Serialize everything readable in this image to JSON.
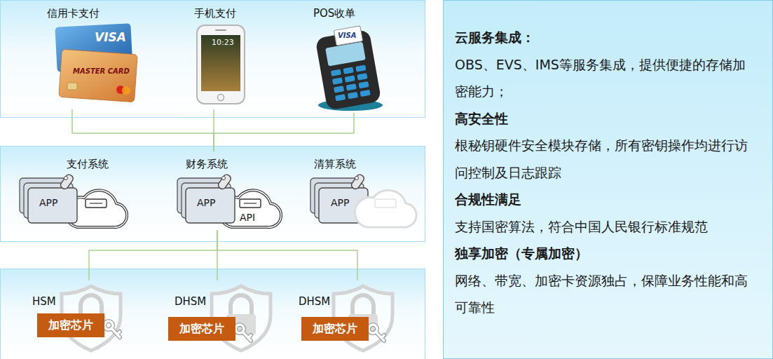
{
  "diagram": {
    "nodes": [
      {
        "text": [
          "信用卡支付"
        ]
      },
      {
        "text": [
          "手机支付"
        ]
      },
      {
        "text": [
          "POS收单"
        ]
      },
      {
        "text": [
          "支付系统",
          "APP"
        ]
      },
      {
        "text": [
          "财务系统",
          "APP",
          "API"
        ]
      },
      {
        "text": [
          "清算系统",
          "APP"
        ]
      },
      {
        "text": [
          "HSM",
          "加密芯片"
        ]
      },
      {
        "text": [
          "DHSM",
          "加密芯片"
        ]
      },
      {
        "text": [
          "DHSM",
          "加密芯片"
        ]
      },
      {
        "text": [
          "云服务集成：",
          "OBS、EVS、IMS等服务集成，提供便捷的存储加密能力；",
          "高安全性",
          "根秘钥硬件安全模块存储，所有密钥操作均进行访问控制及日志跟踪",
          "合规性满足",
          "支持国密算法，符合中国人民银行标准规范",
          "独享加密（专属加密）",
          "网络、带宽、加密卡资源独占，保障业务性能和高可靠性"
        ]
      }
    ],
    "edges": [
      {
        "from": 0,
        "to": 4,
        "arrow": "none"
      },
      {
        "from": 1,
        "to": 4,
        "arrow": "none"
      },
      {
        "from": 2,
        "to": 4,
        "arrow": "none"
      },
      {
        "from": 4,
        "to": 6,
        "arrow": "none"
      },
      {
        "from": 4,
        "to": 7,
        "arrow": "none"
      },
      {
        "from": 4,
        "to": 8,
        "arrow": "none"
      }
    ],
    "labels": [
      "VISA",
      "MASTER CARD",
      "10:23",
      "VISA"
    ]
  }
}
